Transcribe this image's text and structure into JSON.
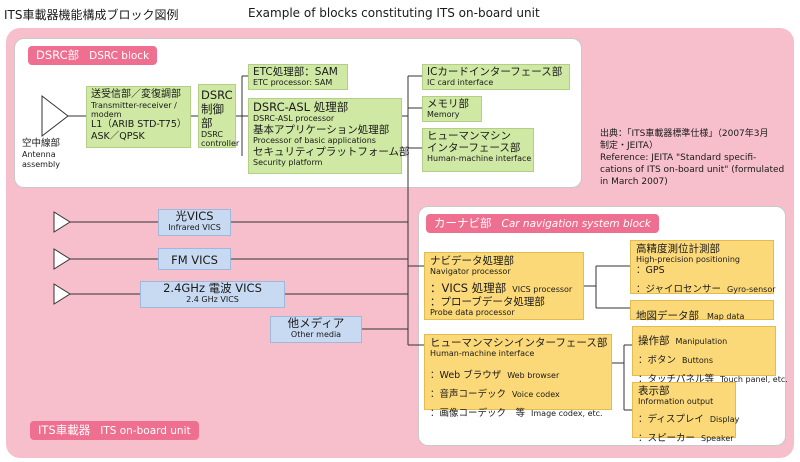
{
  "title_ja": "ITS車載器機能構成ブロック図例",
  "title_en": "Example of blocks constituting ITS on-board unit",
  "dsrc": {
    "tag_ja": "DSRC部",
    "tag_en": "DSRC block",
    "antenna_ja": "空中線部",
    "antenna_en": "Antenna assembly",
    "transmitter_ja": "送受信部／変復調部",
    "transmitter_en": "Transmitter-receiver / modem",
    "l1": "L1（ARIB STD-T75）",
    "ask": "ASK／QPSK",
    "controller_ja": "DSRC 制御部",
    "controller_en": "DSRC controller",
    "etc_ja": "ETC処理部：SAM",
    "etc_en": "ETC processor: SAM",
    "asl_ja": "DSRC-ASL 処理部",
    "asl_en": "DSRC-ASL processor",
    "basic_ja": "基本アプリケーション処理部",
    "basic_en": "Processor of basic applications",
    "security_ja": "セキュリティプラットフォーム部",
    "security_en": "Security platform",
    "ic_ja": "ICカードインターフェース部",
    "ic_en": "IC card interface",
    "memory_ja": "メモリ部",
    "memory_en": "Memory",
    "hmi_ja_1": "ヒューマンマシン",
    "hmi_ja_2": "インターフェース部",
    "hmi_en": "Human-machine interface"
  },
  "source_note": {
    "line1": "出典：「ITS車載器標準仕様」（2007年3月",
    "line2": "制定・JEITA）",
    "line3": "Reference: JEITA \"Standard specifi-",
    "line4": "cations of ITS on-board unit\" (formulated",
    "line5": "in March 2007)"
  },
  "vics": {
    "light_ja": "光VICS",
    "light_en": "Infrared VICS",
    "fm": "FM VICS",
    "ghz_ja": "2.4GHz 電波 VICS",
    "ghz_en": "2.4 GHz VICS",
    "other_ja": "他メディア",
    "other_en": "Other media"
  },
  "nav": {
    "tag_ja": "カーナビ部",
    "tag_en": "Car navigation system block",
    "navproc_ja": "ナビデータ処理部",
    "navproc_en": "Navigator processor",
    "vicsproc_ja": "：VICS 処理部",
    "vicsproc_en": "VICS processor",
    "probe_ja": "：プローブデータ処理部",
    "probe_en": "Probe data processor",
    "highprec_ja": "高精度測位計測部",
    "highprec_en": "High-precision positioning",
    "gps": "：GPS",
    "gyro_ja": "：ジャイロセンサー",
    "gyro_en": "Gyro-sensor",
    "map_ja": "地図データ部",
    "map_en": "Map data",
    "hmi_ja": "ヒューマンマシンインターフェース部",
    "hmi_en": "Human-machine interface",
    "web_ja": "：Web ブラウザ",
    "web_en": "Web browser",
    "voice_ja": "：音声コーデック",
    "voice_en": "Voice codex",
    "image_ja": "：画像コーデック　等",
    "image_en": "Image codex, etc.",
    "op_ja": "操作部",
    "op_en": "Manipulation",
    "button_ja": "：ボタン",
    "button_en": "Buttons",
    "touch_ja": "：タッチパネル等",
    "touch_en": "Touch panel, etc.",
    "disp_ja": "表示部",
    "disp_en": "Information output",
    "display_ja": "：ディスプレイ",
    "display_en": "Display",
    "speaker_ja": "：スピーカー",
    "speaker_en": "Speaker"
  },
  "its": {
    "tag_ja": "ITS車載器",
    "tag_en": "ITS on-board unit"
  }
}
